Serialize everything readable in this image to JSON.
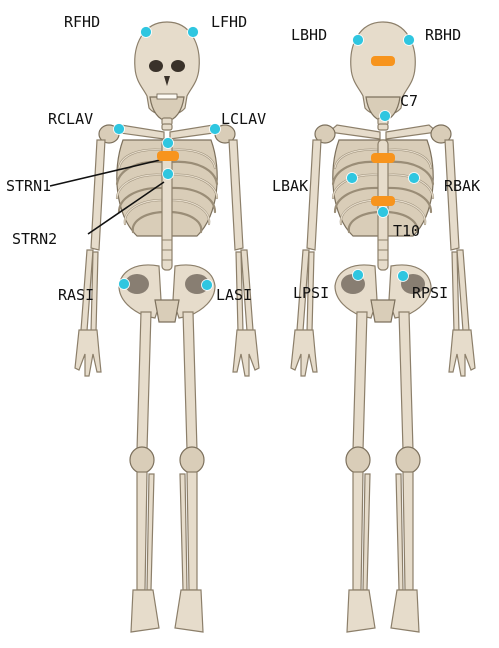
{
  "colors": {
    "marker": "#2fc6e0",
    "cluster_plate": "#f7941d",
    "bone": "#e6dccb",
    "bone_outline": "#8c7f6a",
    "label": "#111111"
  },
  "markers": {
    "front": [
      "RFHD",
      "LFHD",
      "RCLAV",
      "LCLAV",
      "STRN1",
      "STRN2",
      "RASI",
      "LASI"
    ],
    "back": [
      "LBHD",
      "RBHD",
      "C7",
      "LBAK",
      "RBAK",
      "T10",
      "LPSI",
      "RPSI"
    ]
  }
}
